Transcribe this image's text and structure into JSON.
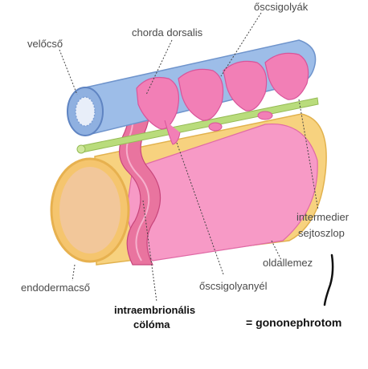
{
  "labels": {
    "velocso": "velőcső",
    "chorda": "chorda dorsalis",
    "oscsigolyak": "őscsigolyák",
    "intermedier_1": "intermedier",
    "intermedier_2": "sejtoszlop",
    "oldallemez": "oldallemez",
    "endodermacso": "endodermacső",
    "oscsigolyanyel": "őscsigolyanyél",
    "intraembrionalis_1": "intraembrionális",
    "intraembrionalis_2": "cölóma",
    "gononephrotom": "= gononephrotom"
  },
  "colors": {
    "neural_tube": "#8fb5e3",
    "somite": "#f27fb6",
    "lateral_plate": "#f79ac6",
    "endoderm": "#f3c36a",
    "notochord": "#b9dc7c"
  }
}
